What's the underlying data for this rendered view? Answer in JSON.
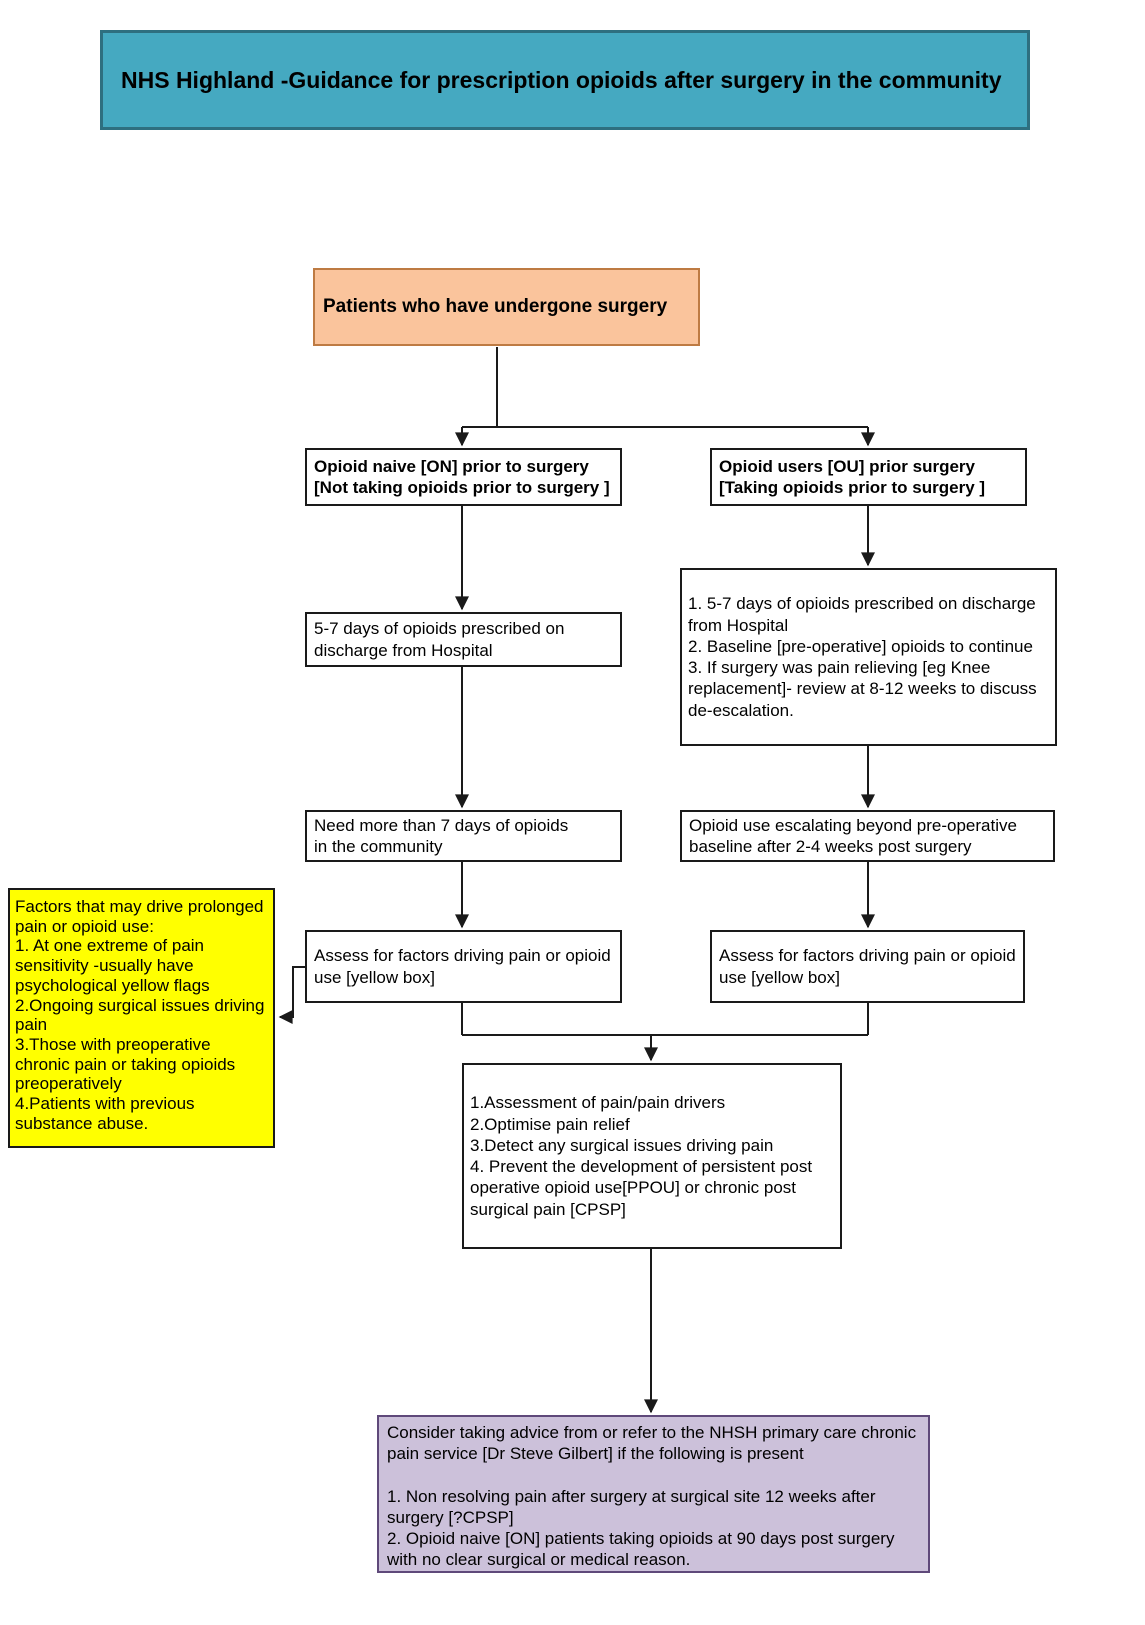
{
  "title": "NHS Highland -Guidance for prescription opioids after surgery in the community",
  "colors": {
    "title_bg": "#45a9c1",
    "title_border": "#2e6f80",
    "start_bg": "#fac49c",
    "start_border": "#be7b43",
    "factors_bg": "#ffff00",
    "referral_bg": "#ccc1da",
    "referral_border": "#5f497a",
    "box_border": "#1a1a1a",
    "connector": "#1a1a1a"
  },
  "nodes": {
    "start": {
      "text": "Patients who have undergone surgery"
    },
    "opioid_naive": {
      "line1": "Opioid naive [ON] prior to surgery",
      "line2": "[Not taking opioids prior to surgery ]"
    },
    "opioid_users": {
      "line1": "Opioid users [OU] prior surgery",
      "line2": "[Taking opioids prior to surgery ]"
    },
    "on_discharge": {
      "text": "5-7 days of opioids prescribed on discharge from Hospital"
    },
    "ou_discharge": {
      "items": [
        "1. 5-7 days of opioids prescribed on discharge from Hospital",
        "2. Baseline [pre-operative] opioids to continue",
        "3. If surgery was pain relieving [eg Knee replacement]- review at 8-12 weeks to discuss de-escalation."
      ]
    },
    "on_need_more": {
      "line1": "Need more than 7 days of opioids",
      "line2": "in the community"
    },
    "ou_escalating": {
      "text": "Opioid use escalating beyond pre-operative baseline after 2-4 weeks post surgery"
    },
    "factors": {
      "heading": "Factors that may drive prolonged pain or opioid use:",
      "items": [
        "1. At one extreme of pain sensitivity -usually have psychological yellow flags",
        "2.Ongoing surgical issues driving pain",
        "3.Those with preoperative chronic pain or taking opioids preoperatively",
        "4.Patients with previous substance abuse."
      ]
    },
    "assess_left": {
      "text": "Assess for factors driving pain or opioid use [yellow box]"
    },
    "assess_right": {
      "text": "Assess for factors driving pain or opioid use [yellow box]"
    },
    "management": {
      "items": [
        "1.Assessment of pain/pain drivers",
        "2.Optimise pain relief",
        "3.Detect any surgical issues driving pain",
        "4. Prevent the development of persistent post operative opioid use[PPOU] or chronic post surgical pain [CPSP]"
      ]
    },
    "referral": {
      "intro": "Consider taking advice from or refer to the NHSH primary care chronic pain service [Dr Steve Gilbert] if the following is present",
      "items": [
        "1. Non resolving pain after surgery at surgical site 12 weeks after surgery [?CPSP]",
        "2. Opioid naive [ON] patients taking opioids at 90 days post surgery with no clear surgical or medical reason."
      ]
    }
  }
}
